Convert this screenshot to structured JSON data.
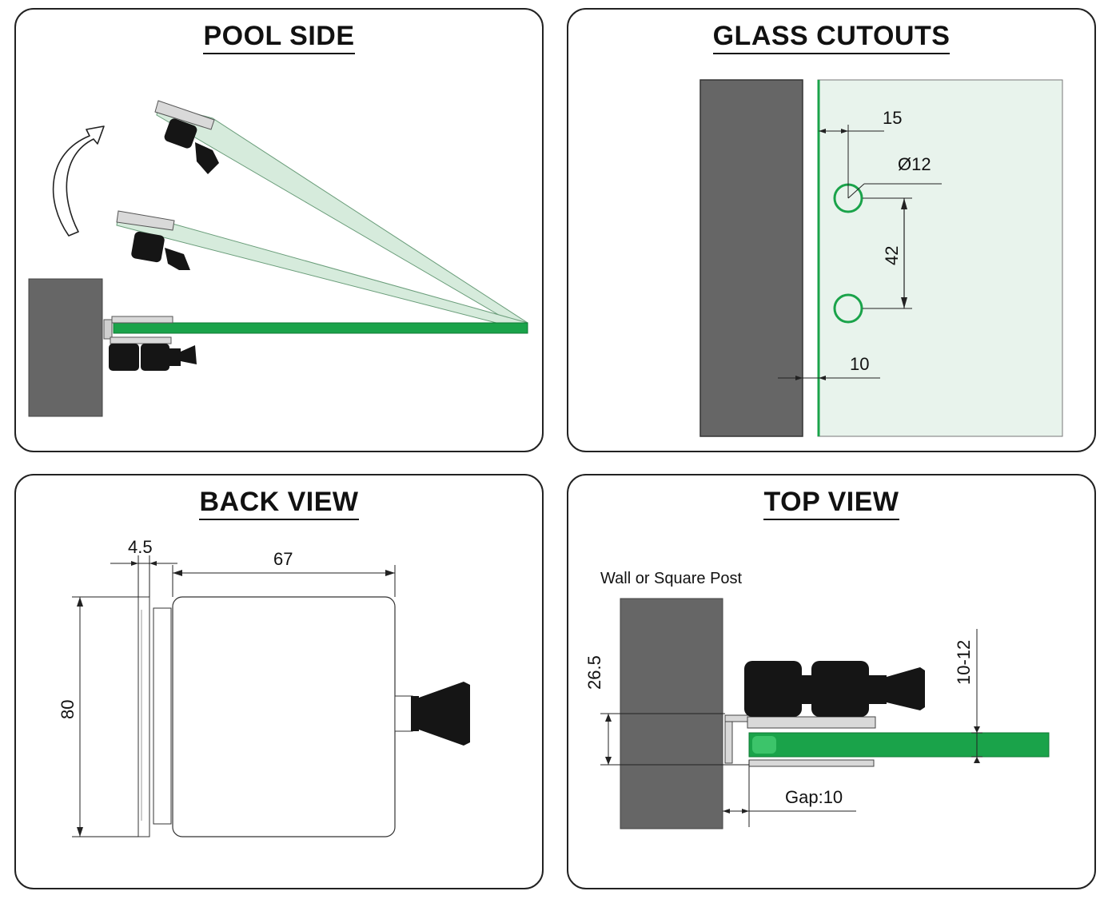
{
  "panels": {
    "pool_side": {
      "title": "POOL SIDE"
    },
    "glass_cutouts": {
      "title": "GLASS CUTOUTS",
      "dim_edge_to_hole": "15",
      "dim_hole_diameter": "Ø12",
      "dim_hole_spacing": "42",
      "dim_gap": "10"
    },
    "back_view": {
      "title": "BACK VIEW",
      "dim_plate_thickness": "4.5",
      "dim_width": "67",
      "dim_height": "80"
    },
    "top_view": {
      "title": "TOP VIEW",
      "wall_label": "Wall or Square Post",
      "dim_offset": "26.5",
      "dim_glass_thickness": "10-12",
      "dim_gap": "Gap:10"
    }
  },
  "colors": {
    "glass_green": "#1aa34a",
    "glass_pale": "#e8f3ec",
    "wall_grey": "#666666",
    "hardware_black": "#151515"
  }
}
